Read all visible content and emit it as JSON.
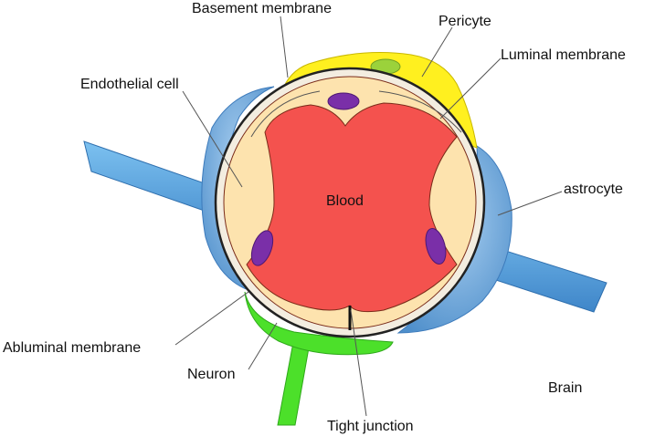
{
  "labels": {
    "basement_membrane": "Basement membrane",
    "pericyte": "Pericyte",
    "luminal_membrane": "Luminal membrane",
    "endothelial_cell": "Endothelial cell",
    "blood": "Blood",
    "astrocyte": "astrocyte",
    "abluminal_membrane": "Abluminal membrane",
    "neuron": "Neuron",
    "brain": "Brain",
    "tight_junction": "Tight junction"
  },
  "colors": {
    "blood": "#F4524E",
    "endothelium": "#FDE3AE",
    "nucleus": "#7A2FA8",
    "pericyte": "#FFF01F",
    "pericyte_nucleus": "#9BD23B",
    "astrocyte": "#5B9BD5",
    "astrocyte_rod": "#4FA3E0",
    "neuron": "#4CE02A",
    "membrane": "#000000"
  }
}
